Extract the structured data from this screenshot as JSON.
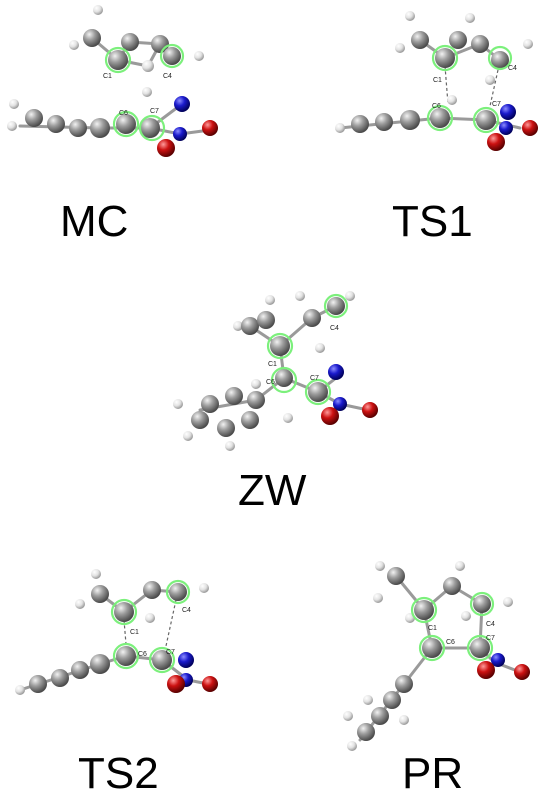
{
  "colors": {
    "carbon": "#8c8c8c",
    "hydrogen": "#e6e6e6",
    "nitrogen": "#1a1acc",
    "oxygen": "#cc1111",
    "highlight": "#7cf07c"
  },
  "structures": [
    {
      "id": "MC",
      "title": "MC",
      "atom_labels": [
        "C1",
        "C4",
        "C6",
        "C7"
      ]
    },
    {
      "id": "TS1",
      "title": "TS1",
      "atom_labels": [
        "C1",
        "C4",
        "C6",
        "C7"
      ]
    },
    {
      "id": "ZW",
      "title": "ZW",
      "atom_labels": [
        "C1",
        "C4",
        "C6",
        "C7"
      ]
    },
    {
      "id": "TS2",
      "title": "TS2",
      "atom_labels": [
        "C1",
        "C4",
        "C6",
        "C7"
      ]
    },
    {
      "id": "PR",
      "title": "PR",
      "atom_labels": [
        "C1",
        "C4",
        "C6",
        "C7"
      ]
    }
  ]
}
